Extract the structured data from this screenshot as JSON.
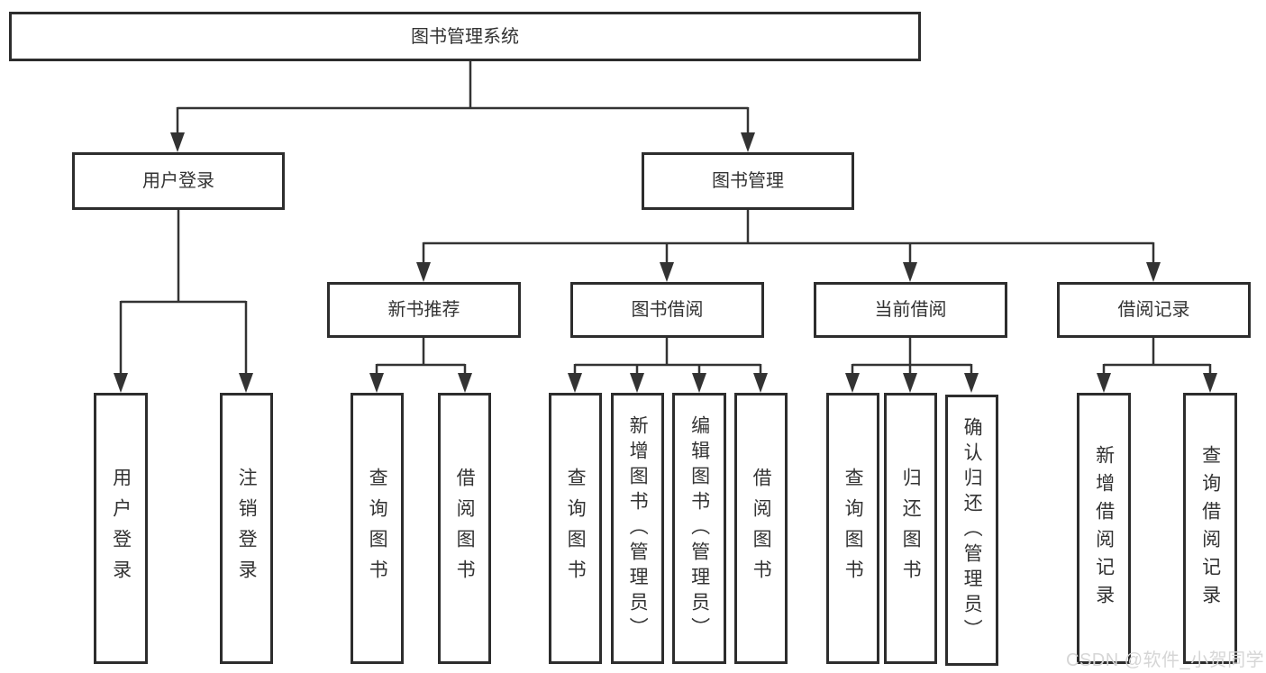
{
  "diagram": {
    "root": "图书管理系统",
    "login": {
      "label": "用户登录",
      "children": [
        "用户登录",
        "注销登录"
      ]
    },
    "management": {
      "label": "图书管理",
      "sections": [
        {
          "label": "新书推荐",
          "children": [
            "查询图书",
            "借阅图书"
          ]
        },
        {
          "label": "图书借阅",
          "children": [
            "查询图书",
            "新增图书（管理员）",
            "编辑图书（管理员）",
            "借阅图书"
          ]
        },
        {
          "label": "当前借阅",
          "children": [
            "查询图书",
            "归还图书",
            "确认归还（管理员）"
          ]
        },
        {
          "label": "借阅记录",
          "children": [
            "新增借阅记录",
            "查询借阅记录"
          ]
        }
      ]
    }
  },
  "watermark": "CSDN @软件_小贺同学",
  "colors": {
    "line": "#333333",
    "box_border": "#2d2d2d",
    "text": "#333333",
    "background": "#ffffff",
    "watermark": "#d6d6d6"
  }
}
